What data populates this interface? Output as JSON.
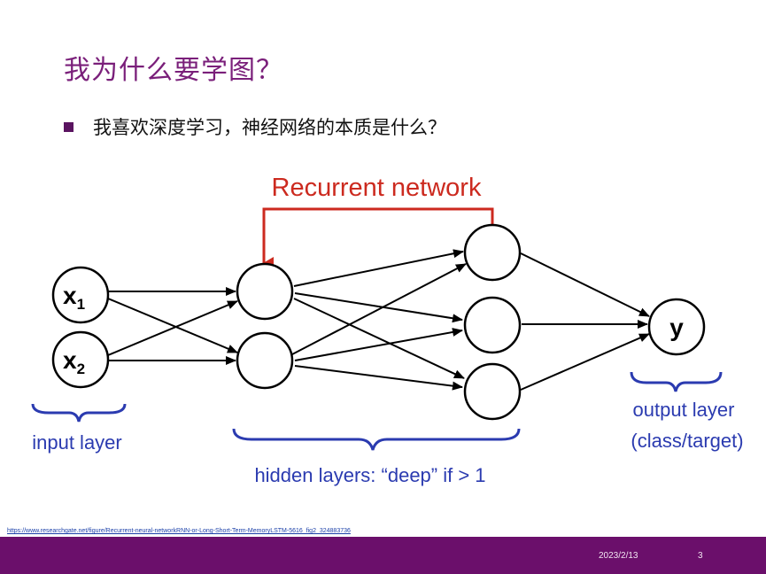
{
  "slide": {
    "title": "我为什么要学图？",
    "bullet": "我喜欢深度学习，神经网络的本质是什么？"
  },
  "diagram": {
    "recurrent_label": "Recurrent network",
    "input_node_1_main": "x",
    "input_node_1_sub": "1",
    "input_node_2_main": "x",
    "input_node_2_sub": "2",
    "output_node_label": "y",
    "input_layer_label": "input layer",
    "hidden_layers_label": "hidden layers: “deep” if > 1",
    "output_layer_label_line1": "output layer",
    "output_layer_label_line2": "(class/target)"
  },
  "footer": {
    "source_url": "https://www.researchgate.net/figure/Recurrent-neural-networkRNN-or-Long-Short-Term-MemoryLSTM-5616_fig2_324883736",
    "date": "2023/2/13",
    "page_number": "3"
  },
  "colors": {
    "title": "#7a1f7a",
    "footer_bar": "#6b0f6b",
    "recurrent": "#cc2a1f",
    "brace": "#2b3bb0"
  }
}
